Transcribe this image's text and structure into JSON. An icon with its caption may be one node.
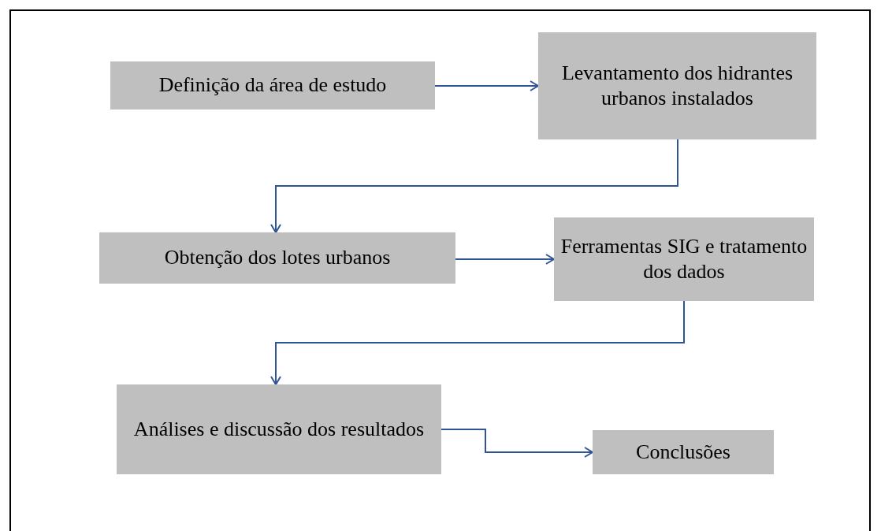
{
  "diagram": {
    "nodes": [
      {
        "text": [
          "Definição da área de estudo"
        ]
      },
      {
        "text": [
          "Levantamento dos hidrantes urbanos instalados"
        ]
      },
      {
        "text": [
          "Obtenção dos lotes urbanos"
        ]
      },
      {
        "text": [
          "Ferramentas SIG e tratamento dos dados"
        ]
      },
      {
        "text": [
          "Análises e discussão dos resultados"
        ]
      },
      {
        "text": [
          "Conclusões"
        ]
      }
    ],
    "edges": [
      {
        "from": 0,
        "to": 1,
        "arrow": "to"
      },
      {
        "from": 1,
        "to": 2,
        "arrow": "to"
      },
      {
        "from": 2,
        "to": 3,
        "arrow": "to"
      },
      {
        "from": 3,
        "to": 4,
        "arrow": "to"
      },
      {
        "from": 4,
        "to": 5,
        "arrow": "to"
      }
    ]
  }
}
